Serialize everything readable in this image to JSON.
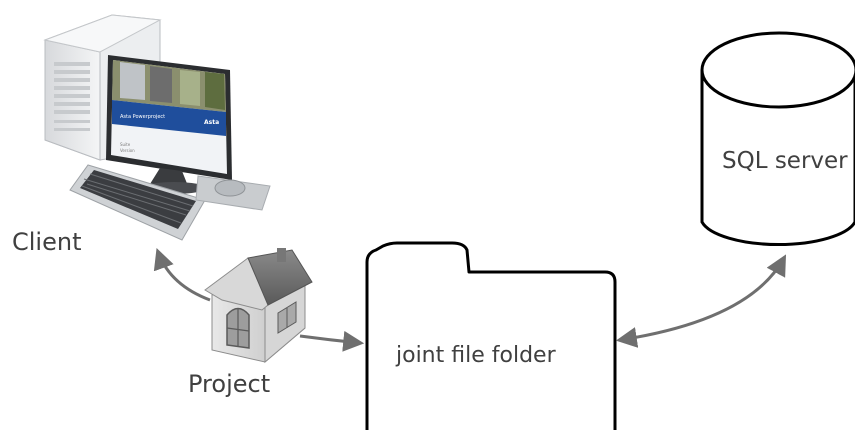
{
  "labels": {
    "client": "Client",
    "project": "Project",
    "folder": "joint file folder",
    "sql_server": "SQL server"
  },
  "monitor_screen": {
    "logo": "Asta",
    "header": "Asta Powerproject",
    "lines": [
      "Suite",
      "Version"
    ]
  },
  "icons": [
    "computer-icon",
    "house-icon",
    "folder-icon",
    "database-icon"
  ],
  "colors": {
    "line": "#000000",
    "arrow": "#6f6f6f",
    "text": "#404040",
    "screen_blue": "#1f4e9c"
  }
}
